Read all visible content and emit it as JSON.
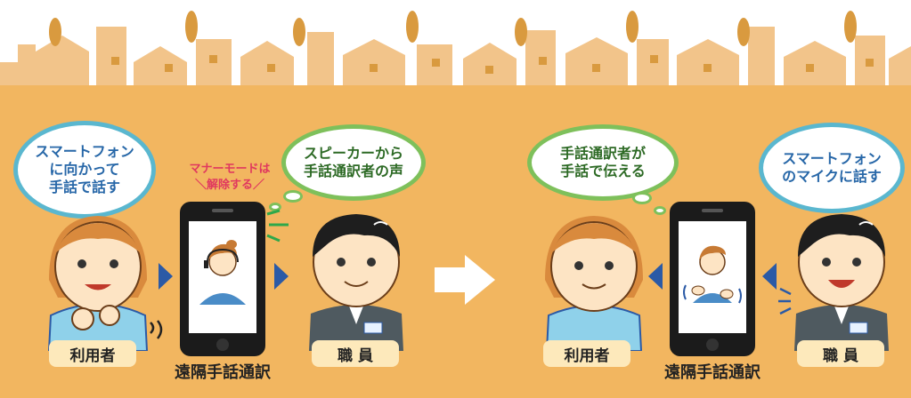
{
  "left_scene": {
    "user_bubble": "スマートフォン\nに向かって\n手話で話す",
    "manner_line1": "マナーモードは",
    "manner_line2": "＼解除する／",
    "staff_bubble": "スピーカーから\n手話通訳者の声",
    "user_label": "利用者",
    "staff_label": "職 員",
    "phone_label": "遠隔手話通訳"
  },
  "right_scene": {
    "user_bubble": "手話通訳者が\n手話で伝える",
    "staff_bubble": "スマートフォン\nのマイクに話す",
    "user_label": "利用者",
    "staff_label": "職 員",
    "phone_label": "遠隔手話通訳"
  },
  "colors": {
    "background": "#f2b660",
    "blue_bubble_border": "#5ab7cf",
    "green_bubble_border": "#7ec05b",
    "arrow_blue": "#2b5aa6",
    "manner_text": "#e0385f"
  }
}
